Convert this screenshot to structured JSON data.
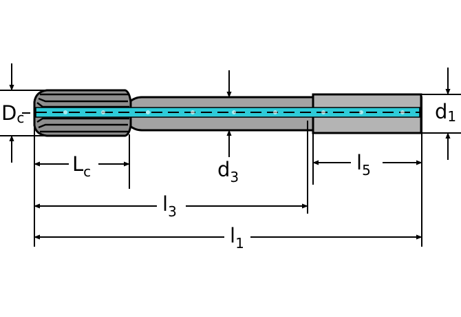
{
  "diagram": {
    "labels": {
      "dc": {
        "main": "D",
        "sub": "c"
      },
      "d1": {
        "main": "d",
        "sub": "1"
      },
      "lc": {
        "main": "L",
        "sub": "c"
      },
      "d3": {
        "main": "d",
        "sub": "3"
      },
      "l5": {
        "main": "l",
        "sub": "5"
      },
      "l3": {
        "main": "l",
        "sub": "3"
      },
      "l1": {
        "main": "l",
        "sub": "1"
      }
    },
    "colors": {
      "outline": "#000000",
      "body_fill": "#a8a8a8",
      "cutting_fill": "#8a8a8a",
      "coolant_channel": "#29c7d6",
      "background": "#ffffff"
    }
  }
}
